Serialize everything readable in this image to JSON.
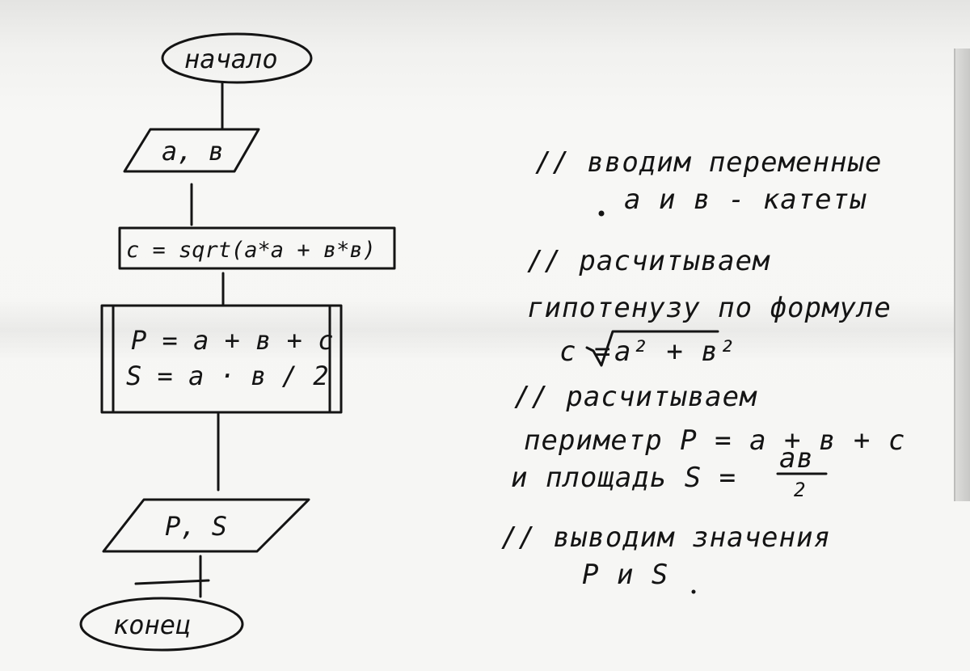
{
  "flowchart": {
    "start": "начало",
    "input": "a, в",
    "calc_c": "c = sqrt(a*a + в*в)",
    "calc_p": "P = a + в + c",
    "calc_s": "S = a · в / 2",
    "output": "P, S",
    "end": "конец"
  },
  "comments": {
    "c1_line1": "// вводим переменные",
    "c1_line2": "a и в - катеты",
    "c2_line1": "// расчитываем",
    "c2_line2": "гипотенузу по формуле",
    "c2_formula_lhs": "c =",
    "c2_formula_rad": "a² + в²",
    "c3_line1": "// расчитываем",
    "c3_line2": "периметр P = a + в + c",
    "c3_line3": "и площадь S =",
    "c3_frac_num": "aв",
    "c3_frac_den": "2",
    "c4_line1": "// выводим значения",
    "c4_line2": "P и S"
  }
}
